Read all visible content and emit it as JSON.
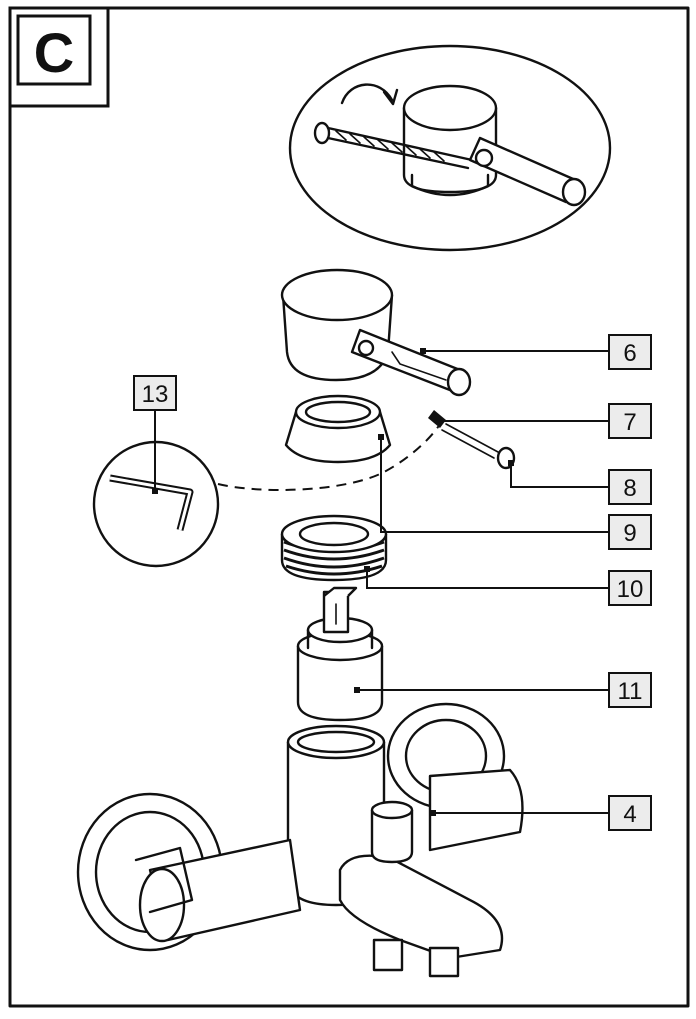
{
  "section_letter": "C",
  "labels": [
    {
      "id": "6",
      "text": "6"
    },
    {
      "id": "7",
      "text": "7"
    },
    {
      "id": "8",
      "text": "8"
    },
    {
      "id": "9",
      "text": "9"
    },
    {
      "id": "10",
      "text": "10"
    },
    {
      "id": "11",
      "text": "11"
    },
    {
      "id": "4",
      "text": "4"
    },
    {
      "id": "13",
      "text": "13"
    }
  ],
  "colors": {
    "ink": "#111111",
    "label_fill": "#ececec",
    "paper": "#ffffff"
  },
  "icons": {
    "rotation_hint": "curved-arrow-icon"
  }
}
